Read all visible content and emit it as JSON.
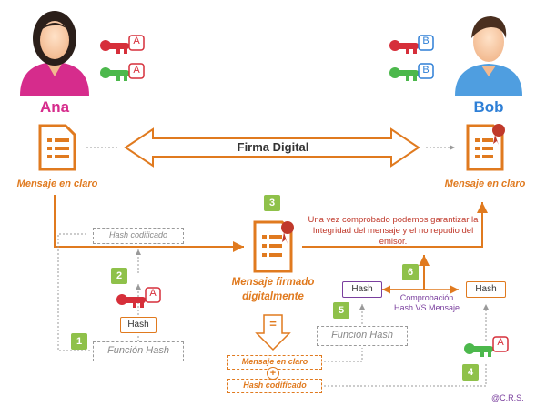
{
  "title": "Firma Digital",
  "colors": {
    "orange": "#e07a1f",
    "green": "#8fc14a",
    "red": "#d62f3a",
    "purple": "#7a3f9e",
    "blue": "#2e7fd6"
  },
  "people": {
    "ana": {
      "name": "Ana",
      "keys": [
        "A",
        "A"
      ]
    },
    "bob": {
      "name": "Bob",
      "keys": [
        "B",
        "B"
      ]
    }
  },
  "documents": {
    "ana_doc_label": "Mensaje en claro",
    "bob_doc_label": "Mensaje en claro",
    "signed_label_line1": "Mensaje firmado",
    "signed_label_line2": "digitalmente"
  },
  "steps": [
    "1",
    "2",
    "3",
    "4",
    "5",
    "6"
  ],
  "boxes": {
    "hash_codificado_top": "Hash codificado",
    "funcion_hash_left": "Función Hash",
    "hash_left": "Hash",
    "key_left_letter": "A",
    "funcion_hash_right": "Función Hash",
    "hash_purple": "Hash",
    "hash_orange_right": "Hash",
    "key_right_letter": "A",
    "mensaje_en_claro_bottom": "Mensaje en claro",
    "hash_codificado_bottom": "Hash codificado",
    "equals": "=",
    "plus": "+"
  },
  "note": {
    "line1": "Una vez comprobado podemos garantizar la",
    "line2": "Integridad del mensaje y el no repudio del",
    "line3": "emisor."
  },
  "comparison": {
    "line1": "Comprobación",
    "line2": "Hash VS Mensaje"
  },
  "credit": "@C.R.S."
}
